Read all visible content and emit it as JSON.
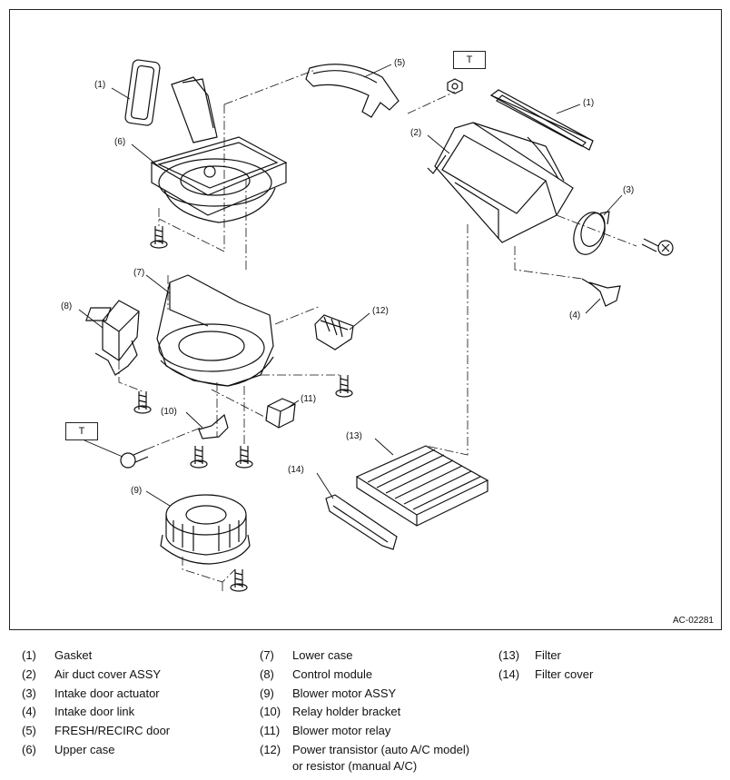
{
  "figure_code": "AC-02281",
  "torque_mark": "T",
  "callouts": {
    "c1a": "(1)",
    "c1b": "(1)",
    "c2": "(2)",
    "c3": "(3)",
    "c4": "(4)",
    "c5": "(5)",
    "c6": "(6)",
    "c7": "(7)",
    "c8": "(8)",
    "c9": "(9)",
    "c10": "(10)",
    "c11": "(11)",
    "c12": "(12)",
    "c13": "(13)",
    "c14": "(14)"
  },
  "legend": [
    {
      "num": "(1)",
      "name": "Gasket"
    },
    {
      "num": "(2)",
      "name": "Air duct cover ASSY"
    },
    {
      "num": "(3)",
      "name": "Intake door actuator"
    },
    {
      "num": "(4)",
      "name": "Intake door link"
    },
    {
      "num": "(5)",
      "name": "FRESH/RECIRC door"
    },
    {
      "num": "(6)",
      "name": "Upper case"
    },
    {
      "num": "(7)",
      "name": "Lower case"
    },
    {
      "num": "(8)",
      "name": "Control module"
    },
    {
      "num": "(9)",
      "name": "Blower motor ASSY"
    },
    {
      "num": "(10)",
      "name": "Relay holder bracket"
    },
    {
      "num": "(11)",
      "name": "Blower motor relay"
    },
    {
      "num": "(12)",
      "name": "Power transistor (auto A/C model)"
    },
    {
      "num": "",
      "name": "or resistor (manual A/C)"
    },
    {
      "num": "(13)",
      "name": "Filter"
    },
    {
      "num": "(14)",
      "name": "Filter cover"
    }
  ]
}
